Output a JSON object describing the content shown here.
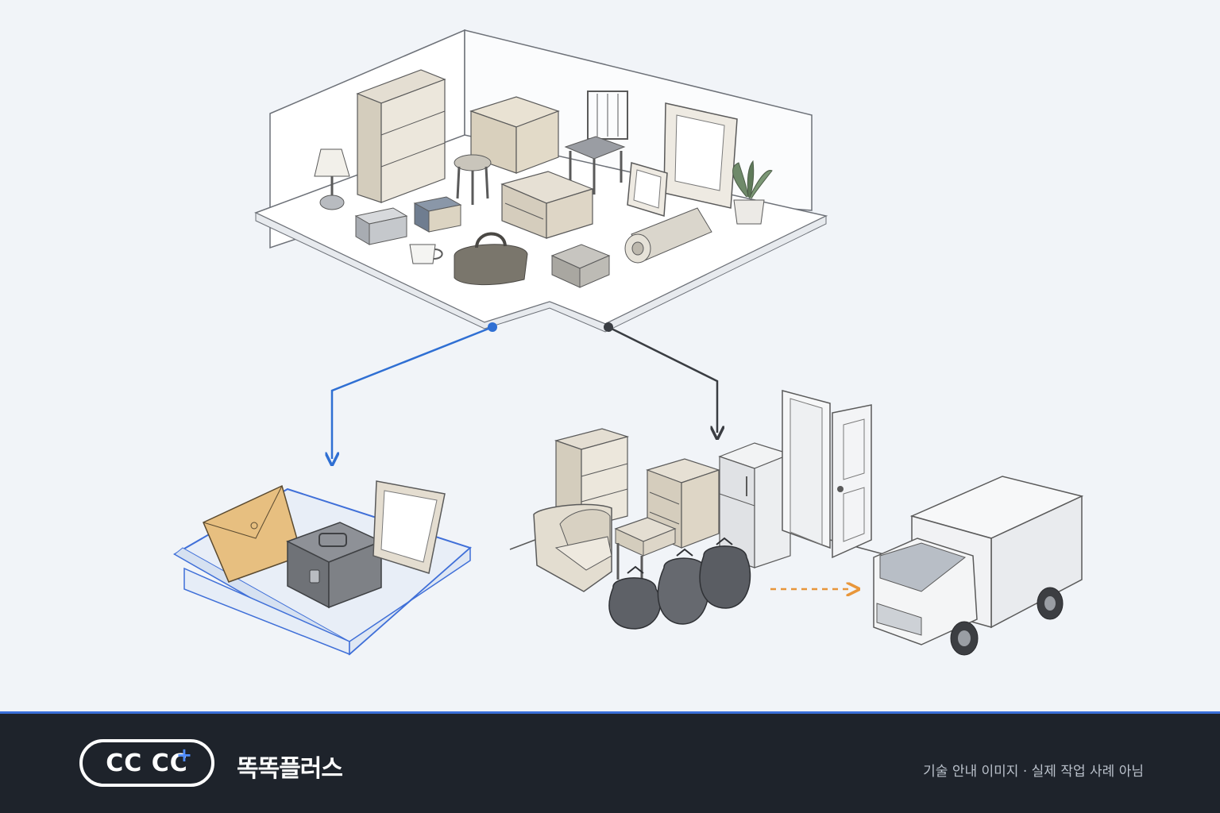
{
  "brand": {
    "logo_text": "CC CC",
    "logo_plus": "+",
    "name": "똑똑플러스"
  },
  "footer": {
    "disclaimer": "기술 안내 이미지 · 실제 작업 사례 아님"
  },
  "colors": {
    "background": "#f1f4f8",
    "footer_bg": "#1e232b",
    "footer_accent": "#3a6fd8",
    "keep_arrow": "#2f6fd3",
    "dispose_arrow": "#3a3d42",
    "transport_arrow": "#e8963a",
    "logo_plus": "#4f8cff"
  },
  "diagram": {
    "source": "room-with-household-items",
    "branches": [
      {
        "target": "keep-tray",
        "color": "blue",
        "items": [
          "envelope-icon",
          "safe-box-icon",
          "photo-frame-icon"
        ]
      },
      {
        "target": "disposal-pile",
        "color": "dark",
        "items": [
          "bookshelf-icon",
          "armchair-icon",
          "dresser-icon",
          "refrigerator-icon",
          "side-table-icon",
          "trash-bag-icon"
        ]
      }
    ],
    "final": "delivery-truck-icon"
  }
}
